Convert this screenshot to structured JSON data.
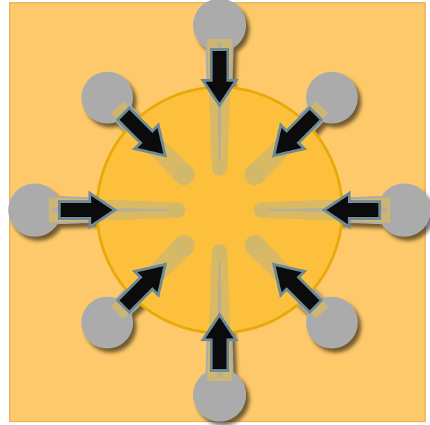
{
  "colors": {
    "page_background": "#ffffff",
    "panel_background": "#fdc96a",
    "panel_border": "#e7b862",
    "central_disc_fill": "#fcc03c",
    "central_disc_stroke": "#e8aa08",
    "lobe_fill": "#ababab",
    "lobe_shadow": "#5e4a28",
    "channel_fill": "#d2b76a",
    "arrow_fill": "#0b0b0b",
    "arrow_outline": "#6f8a93"
  },
  "lobes": [
    {
      "id": "north",
      "direction_deg": 270,
      "size": "large",
      "arrow": "inward"
    },
    {
      "id": "north-east",
      "direction_deg": 315,
      "size": "small",
      "arrow": "inward"
    },
    {
      "id": "east",
      "direction_deg": 0,
      "size": "large",
      "arrow": "inward"
    },
    {
      "id": "south-east",
      "direction_deg": 45,
      "size": "small",
      "arrow": "inward"
    },
    {
      "id": "south",
      "direction_deg": 90,
      "size": "large",
      "arrow": "inward"
    },
    {
      "id": "south-west",
      "direction_deg": 135,
      "size": "small",
      "arrow": "inward"
    },
    {
      "id": "west",
      "direction_deg": 180,
      "size": "large",
      "arrow": "inward"
    },
    {
      "id": "north-west",
      "direction_deg": 225,
      "size": "small",
      "arrow": "inward"
    }
  ]
}
